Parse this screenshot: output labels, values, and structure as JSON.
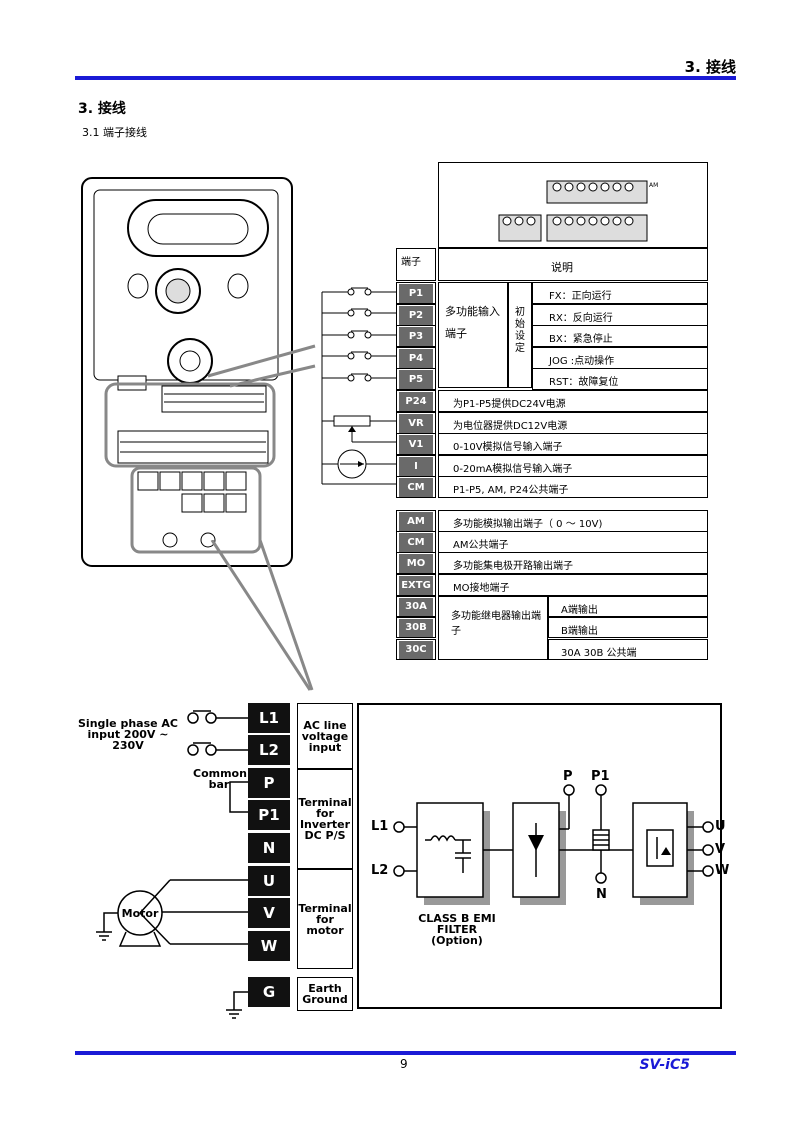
{
  "header": {
    "section": "3. 接线"
  },
  "section_title": "3. 接线",
  "subsection_title": "3.1 端子接线",
  "control_table": {
    "col_terminal": "端子",
    "col_desc": "说明",
    "multi_input_label": "多功能输入端子",
    "initial_setting_label": "初始设定",
    "rows": [
      {
        "terminal": "P1",
        "function": "FX：正向运行"
      },
      {
        "terminal": "P2",
        "function": "RX：反向运行"
      },
      {
        "terminal": "P3",
        "function": "BX：紧急停止"
      },
      {
        "terminal": "P4",
        "function": "JOG :点动操作"
      },
      {
        "terminal": "P5",
        "function": "RST：故障复位"
      },
      {
        "terminal": "P24",
        "function": "为P1-P5提供DC24V电源"
      },
      {
        "terminal": "VR",
        "function": "为电位器提供DC12V电源"
      },
      {
        "terminal": "V1",
        "function": "0-10V模拟信号输入端子"
      },
      {
        "terminal": "I",
        "function": "0-20mA模拟信号输入端子"
      },
      {
        "terminal": "CM",
        "function": "P1-P5, AM, P24公共端子"
      }
    ]
  },
  "output_table": {
    "rows": [
      {
        "terminal": "AM",
        "function": "多功能模拟输出端子（ 0 ～ 10V)"
      },
      {
        "terminal": "CM",
        "function": "AM公共端子"
      },
      {
        "terminal": "MO",
        "function": "多功能集电极开路输出端子"
      },
      {
        "terminal": "EXTG",
        "function": "MO接地端子"
      }
    ],
    "relay_label": "多功能继电器输出端子",
    "relay_rows": [
      {
        "terminal": "30A",
        "function": "A端输出"
      },
      {
        "terminal": "30B",
        "function": "B端输出"
      },
      {
        "terminal": "30C",
        "function": "30A 30B 公共端"
      }
    ]
  },
  "terminal_strip_label": "AM",
  "power": {
    "input_label": "Single phase AC input 200V ~ 230V",
    "common_bar": "Common bar",
    "motor": "Motor",
    "terminals": [
      "L1",
      "L2",
      "P",
      "P1",
      "N",
      "U",
      "V",
      "W",
      "G"
    ],
    "groups": {
      "ac_line": "AC line voltage input",
      "dc_ps": "Terminal for Inverter DC P/S",
      "motor": "Terminal for motor",
      "earth": "Earth Ground"
    }
  },
  "block_diagram": {
    "inputs": [
      "L1",
      "L2"
    ],
    "outputs": [
      "U",
      "V",
      "W"
    ],
    "top_labels": [
      "P",
      "P1"
    ],
    "bottom_label": "N",
    "emi_label": "CLASS B EMI FILTER (Option)"
  },
  "footer": {
    "page": "9",
    "brand": "SV-iC5"
  }
}
